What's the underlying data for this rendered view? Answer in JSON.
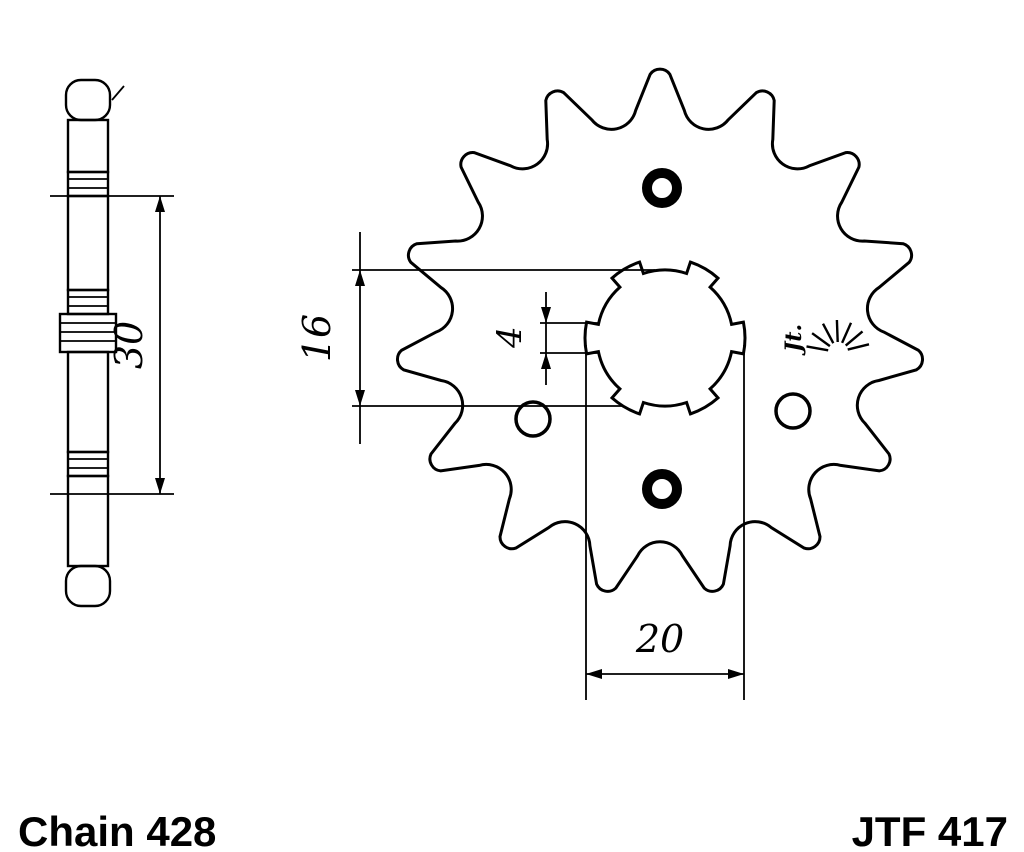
{
  "drawing": {
    "dimensions": {
      "side_height": "30",
      "spline_diameter": "16",
      "groove_width": "4",
      "bore_diameter": "20"
    },
    "logo_text": "Jt.",
    "footer": {
      "chain_label": "Chain 428",
      "part_number": "JTF 417"
    },
    "colors": {
      "ink": "#000000",
      "background": "#ffffff"
    }
  }
}
